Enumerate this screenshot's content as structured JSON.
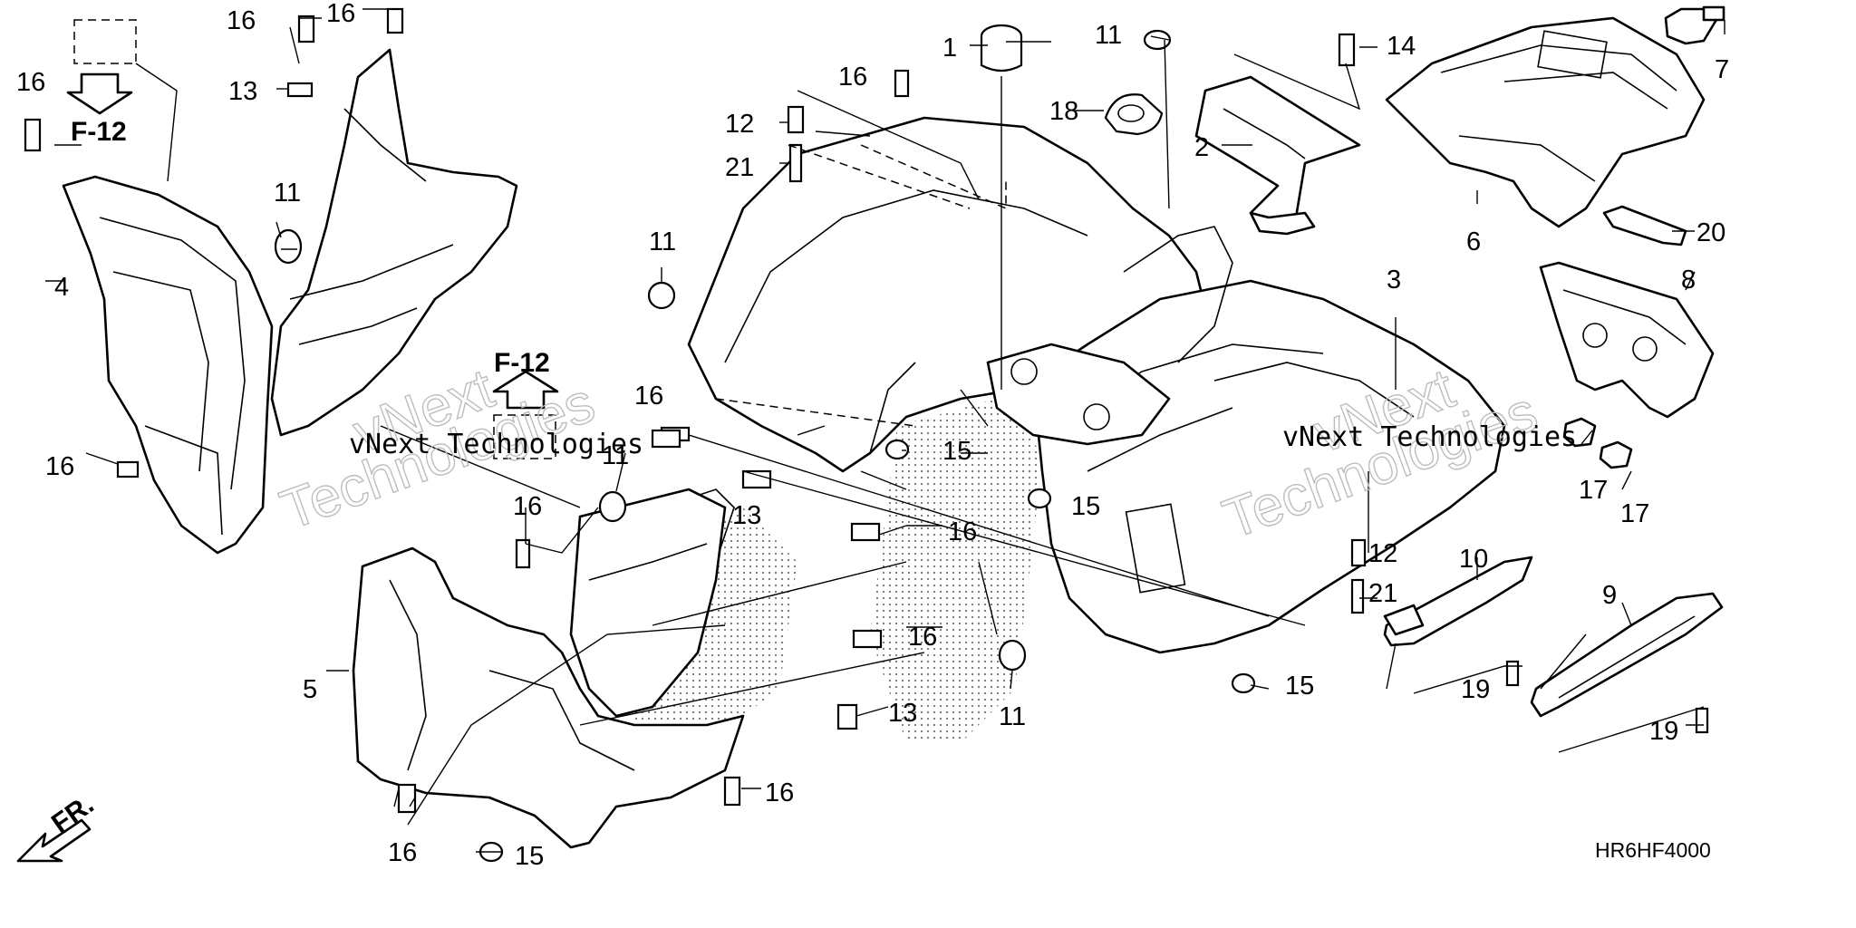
{
  "diagram": {
    "code": "HR6HF4000",
    "front_marker": "FR.",
    "reference_labels": [
      "F-12",
      "F-12"
    ],
    "watermark": {
      "line1": "vNext Technologies",
      "line2": "Technologies",
      "line3": "vNext"
    },
    "callouts": [
      "1",
      "2",
      "3",
      "4",
      "5",
      "6",
      "7",
      "8",
      "9",
      "10",
      "11",
      "11",
      "11",
      "11",
      "11",
      "12",
      "12",
      "13",
      "13",
      "13",
      "14",
      "15",
      "15",
      "15",
      "15",
      "16",
      "16",
      "16",
      "16",
      "16",
      "16",
      "16",
      "16",
      "16",
      "16",
      "16",
      "17",
      "17",
      "18",
      "19",
      "19",
      "20",
      "21",
      "21"
    ]
  }
}
